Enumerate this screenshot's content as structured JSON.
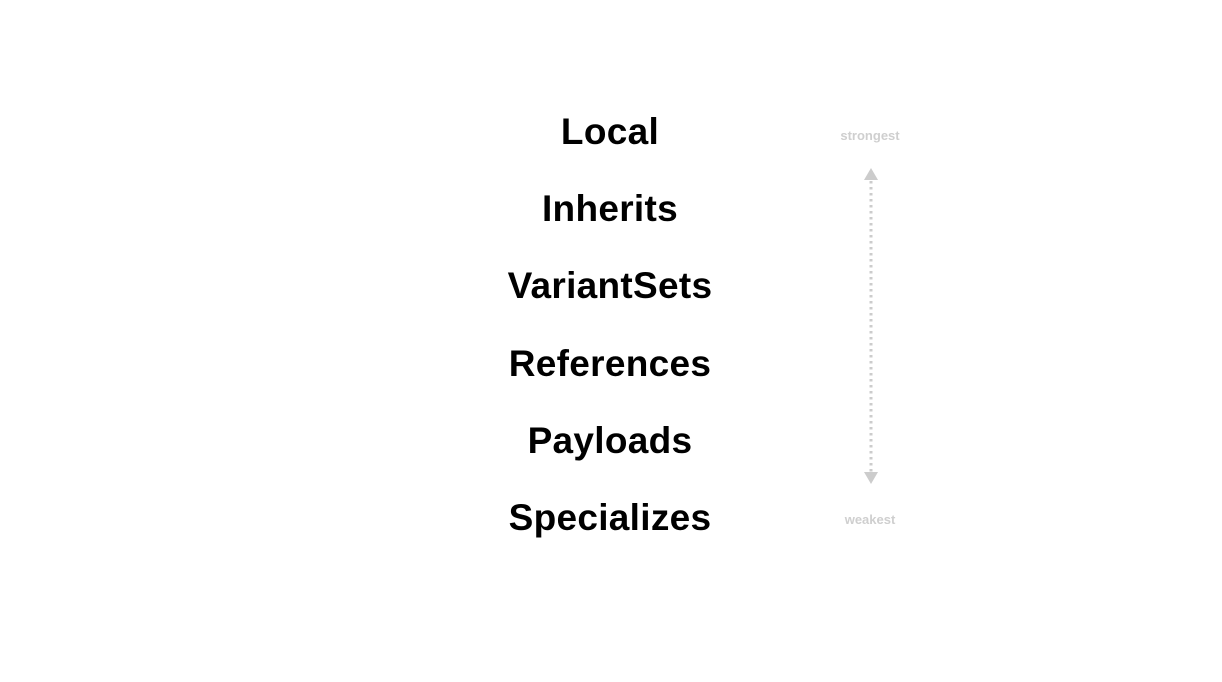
{
  "layers": [
    "Local",
    "Inherits",
    "VariantSets",
    "References",
    "Payloads",
    "Specializes"
  ],
  "scale": {
    "top_label": "strongest",
    "bottom_label": "weakest"
  },
  "colors": {
    "text": "#000000",
    "scale_label": "#cfcfcf",
    "arrow": "#cccccc"
  }
}
